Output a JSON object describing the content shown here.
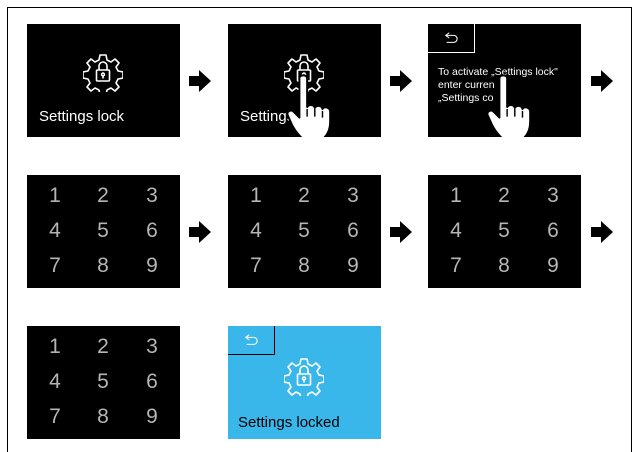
{
  "screens": {
    "s1_label": "Settings lock",
    "s2_label": "Settings",
    "s3_msg_line1": "To activate „Settings lock\"",
    "s3_msg_line2": "enter curren",
    "s3_msg_line3": "„Settings co",
    "s8_label": "Settings locked"
  },
  "keypad": [
    "1",
    "2",
    "3",
    "4",
    "5",
    "6",
    "7",
    "8",
    "9"
  ],
  "colors": {
    "screen": "#000000",
    "confirm_screen": "#3ab7ea",
    "key_text": "#b5b5b5"
  },
  "icons": [
    "settings-lock-icon",
    "arrow-right-icon",
    "finger-tap-icon",
    "back-icon"
  ]
}
